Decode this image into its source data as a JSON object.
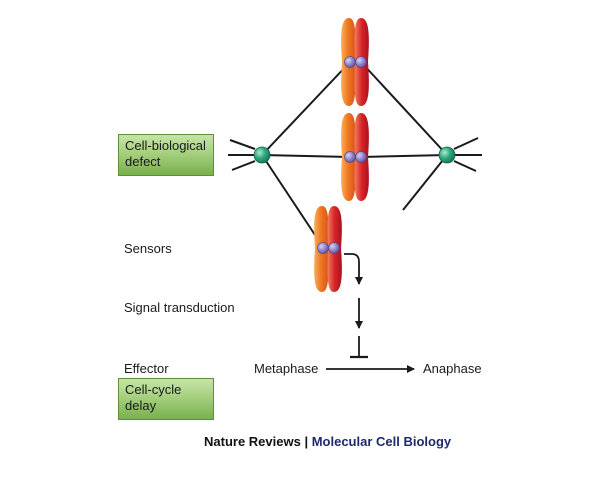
{
  "labels": {
    "defect_line1": "Cell-biological",
    "defect_line2": "defect",
    "sensors": "Sensors",
    "signal_transduction": "Signal transduction",
    "effector": "Effector",
    "delay_line1": "Cell-cycle",
    "delay_line2": "delay",
    "metaphase": "Metaphase",
    "anaphase": "Anaphase"
  },
  "credit": {
    "publisher": "Nature Reviews",
    "separator": " | ",
    "journal": "Molecular Cell Biology"
  },
  "colors": {
    "spindle_pole": "#2fa97d",
    "kinetochore": "#8b7fc8",
    "chromatid_orange": "#f07a22",
    "chromatid_red": "#d8242a",
    "box_green": "#9ccb75",
    "journal_blue": "#1d2a6b"
  }
}
